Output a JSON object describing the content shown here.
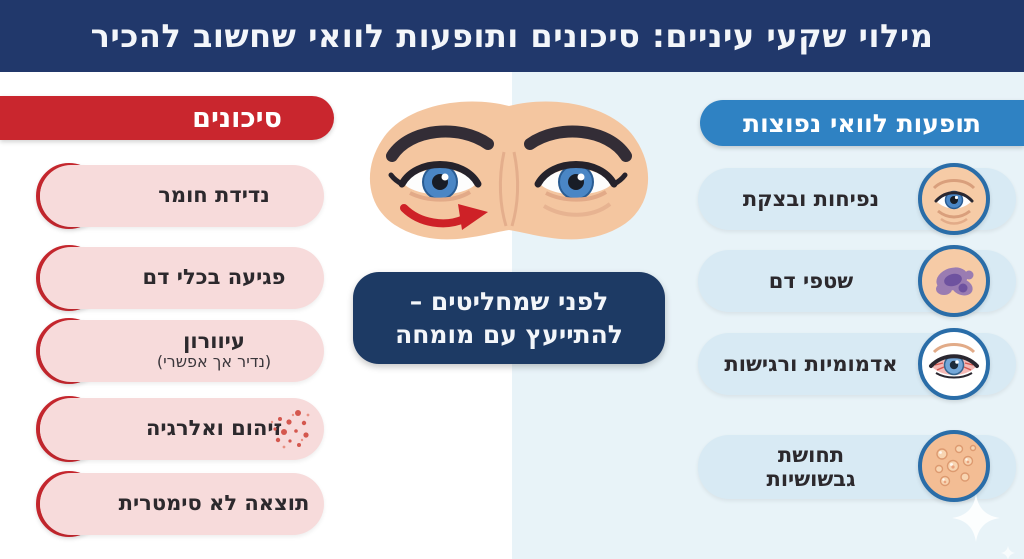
{
  "title": "מילוי שקעי עיניים: סיכונים ותופעות לוואי שחשוב להכיר",
  "risks": {
    "header": "סיכונים",
    "items": [
      {
        "label": "נדידת חומר",
        "icon": "eye-material-migration-icon"
      },
      {
        "label": "פגיעה בכלי דם",
        "icon": "blood-vessel-ban-icon"
      },
      {
        "label": "עיוורון",
        "sublabel": "(נדיר אך אפשרי)",
        "icon": "blindness-eye-ban-icon"
      },
      {
        "label": "זיהום ואלרגיה",
        "icon": "bacteria-infection-icon",
        "extra_icon": "rash-dots-icon"
      },
      {
        "label": "תוצאה לא סימטרית",
        "icon": "asymmetric-eyes-face-icon"
      }
    ]
  },
  "side_effects": {
    "header": "תופעות לוואי נפוצות",
    "items": [
      {
        "label": "נפיחות ובצקת",
        "icon": "swollen-eye-icon"
      },
      {
        "label": "שטפי דם",
        "icon": "bruise-icon"
      },
      {
        "label": "אדמומיות ורגישות",
        "icon": "red-irritated-eye-icon"
      },
      {
        "label": "תחושת גבשושיות",
        "icon": "bumpy-skin-icon"
      }
    ]
  },
  "advice": {
    "line1": "לפני שמחליטים –",
    "line2": "להתייעץ עם מומחה"
  },
  "illustration": {
    "name": "eyes-with-red-migration-arrow"
  },
  "colors": {
    "title_navy": "#21386b",
    "risk_red": "#c9262e",
    "risk_pill_pink": "#f7dbdb",
    "effects_blue": "#2f82c3",
    "effects_pill_blue": "#d8eaf4",
    "background_left": "#ffffff",
    "background_right": "#e8f3f8",
    "advice_navy": "#1d3a64",
    "arrow_red": "#ce2127",
    "skin": "#f4c6a0"
  }
}
